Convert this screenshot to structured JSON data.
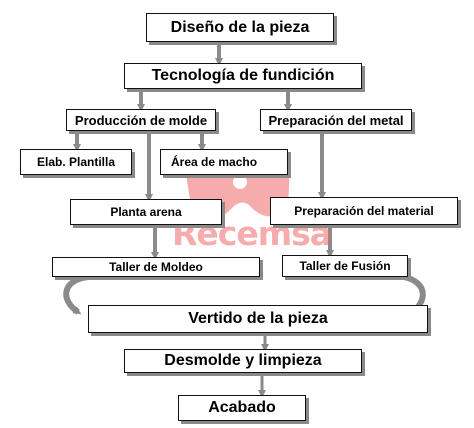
{
  "nodes": {
    "diseno": "Diseño de la pieza",
    "tecnologia": "Tecnología de fundición",
    "produccion_molde": "Producción de molde",
    "preparacion_metal": "Preparación del metal",
    "elab_plantilla": "Elab. Plantilla",
    "area_macho": "Área  de macho",
    "planta_arena": "Planta arena",
    "preparacion_material": "Preparación del material",
    "taller_moldeo": "Taller de Moldeo",
    "taller_fusion": "Taller de Fusión",
    "vertido": "Vertido de la pieza",
    "desmolde": "Desmolde y limpieza",
    "acabado": "Acabado"
  },
  "watermark": {
    "text": "Recemsa",
    "color": "#ef6a6a"
  },
  "colors": {
    "arrow": "#8a8a8a",
    "border": "#111111"
  }
}
